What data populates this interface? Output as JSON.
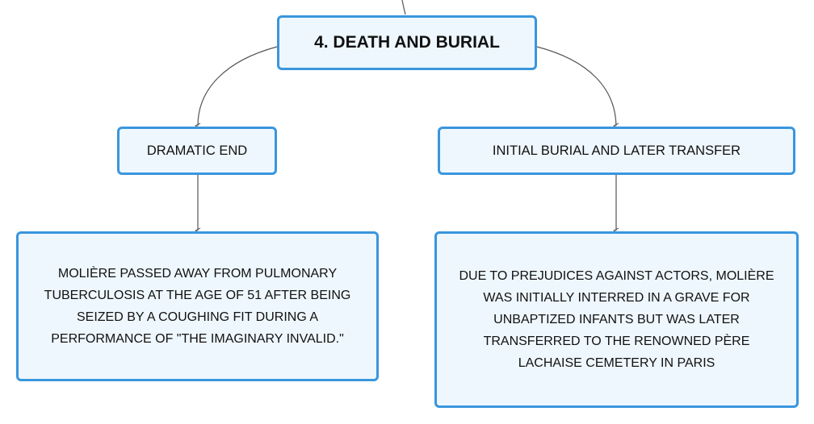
{
  "diagram": {
    "root": {
      "label": "4. DEATH AND BURIAL"
    },
    "branches": [
      {
        "label": "DRAMATIC END",
        "detail": "MOLIÈRE PASSED AWAY FROM PULMONARY TUBERCULOSIS AT THE AGE OF 51 AFTER BEING SEIZED BY A COUGHING FIT DURING A PERFORMANCE OF \"THE IMAGINARY INVALID.\""
      },
      {
        "label": "INITIAL BURIAL AND LATER TRANSFER",
        "detail": "DUE TO PREJUDICES AGAINST ACTORS, MOLIÈRE WAS INITIALLY INTERRED IN A GRAVE FOR UNBAPTIZED INFANTS BUT WAS LATER TRANSFERRED TO THE RENOWNED PÈRE LACHAISE CEMETERY IN PARIS"
      }
    ],
    "colors": {
      "node_border": "#3a96dd",
      "node_fill": "#eef7fd",
      "connector": "#555555",
      "text": "#111111"
    }
  }
}
